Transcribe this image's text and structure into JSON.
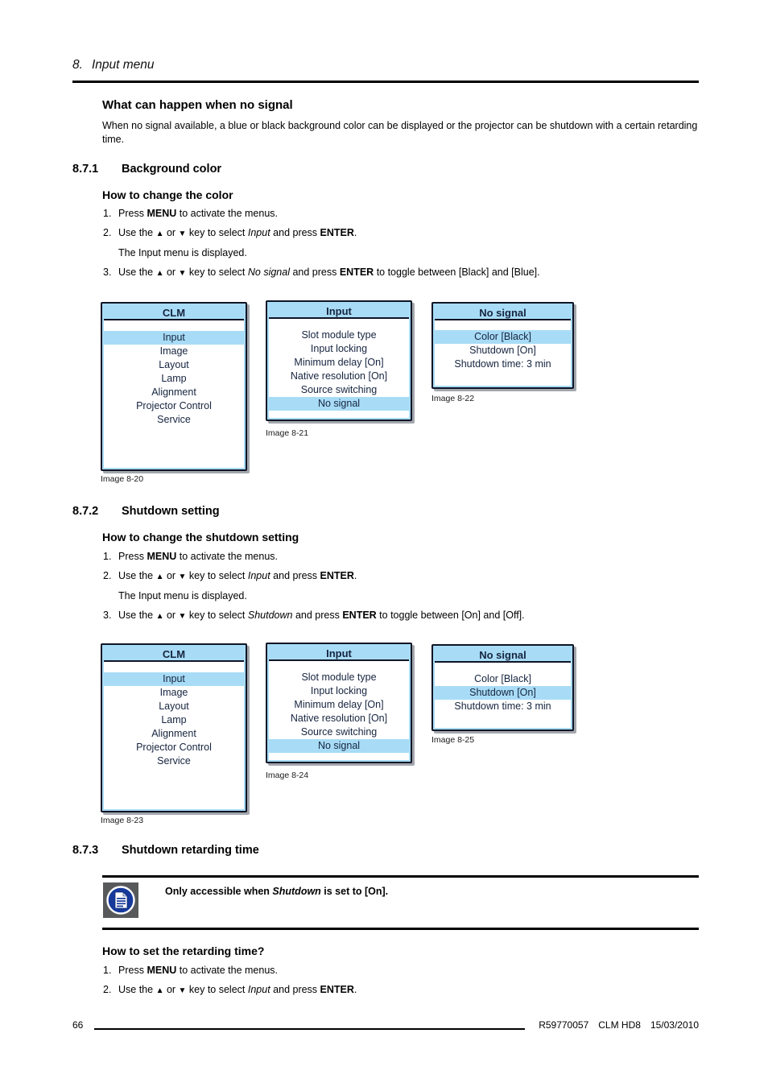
{
  "doc": {
    "chapter_number": "8.",
    "chapter_title": "Input menu",
    "footer": {
      "page_number": "66",
      "doc_ref": "R59770057",
      "product": "CLM HD8",
      "date": "15/03/2010"
    }
  },
  "colors": {
    "menu_blue": "#a8dcf6",
    "menu_border": "#0f1526",
    "menu_text": "#16243f",
    "note_icon_gray": "#58595b",
    "note_icon_blue": "#16399b"
  },
  "intro": {
    "title": "What can happen when no signal",
    "body": "When no signal available, a blue or black background color can be displayed or the projector can be shutdown with a certain retarding time."
  },
  "s871": {
    "number": "8.7.1",
    "title": "Background color",
    "howto": "How to change the color",
    "steps": [
      [
        {
          "t": "Press "
        },
        {
          "t": "MENU",
          "s": "b"
        },
        {
          "t": " to activate the menus."
        }
      ],
      [
        {
          "t": "Use the "
        },
        {
          "t": "▲",
          "s": "tri"
        },
        {
          "t": " or "
        },
        {
          "t": "▼",
          "s": "tri"
        },
        {
          "t": " key to select "
        },
        {
          "t": "Input",
          "s": "i"
        },
        {
          "t": " and press "
        },
        {
          "t": "ENTER",
          "s": "b"
        },
        {
          "t": "."
        }
      ],
      [
        {
          "t": "Use the "
        },
        {
          "t": "▲",
          "s": "tri"
        },
        {
          "t": " or "
        },
        {
          "t": "▼",
          "s": "tri"
        },
        {
          "t": " key to select "
        },
        {
          "t": "No signal",
          "s": "i"
        },
        {
          "t": " and press "
        },
        {
          "t": "ENTER",
          "s": "b"
        },
        {
          "t": " to toggle between [Black] and [Blue]."
        }
      ]
    ],
    "substep": "The Input menu is displayed."
  },
  "s872": {
    "number": "8.7.2",
    "title": "Shutdown setting",
    "howto": "How to change the shutdown setting",
    "steps": [
      [
        {
          "t": "Press "
        },
        {
          "t": "MENU",
          "s": "b"
        },
        {
          "t": " to activate the menus."
        }
      ],
      [
        {
          "t": "Use the "
        },
        {
          "t": "▲",
          "s": "tri"
        },
        {
          "t": " or "
        },
        {
          "t": "▼",
          "s": "tri"
        },
        {
          "t": " key to select "
        },
        {
          "t": "Input",
          "s": "i"
        },
        {
          "t": " and press "
        },
        {
          "t": "ENTER",
          "s": "b"
        },
        {
          "t": "."
        }
      ],
      [
        {
          "t": "Use the "
        },
        {
          "t": "▲",
          "s": "tri"
        },
        {
          "t": " or "
        },
        {
          "t": "▼",
          "s": "tri"
        },
        {
          "t": " key to select "
        },
        {
          "t": "Shutdown",
          "s": "i"
        },
        {
          "t": " and press "
        },
        {
          "t": "ENTER",
          "s": "b"
        },
        {
          "t": " to toggle between [On] and [Off]."
        }
      ]
    ],
    "substep": "The Input menu is displayed."
  },
  "s873": {
    "number": "8.7.3",
    "title": "Shutdown retarding time",
    "note": [
      {
        "t": "Only accessible when ",
        "s": "b"
      },
      {
        "t": "Shutdown",
        "s": "bi"
      },
      {
        "t": " is set to [On].",
        "s": "b"
      }
    ],
    "howto": "How to set the retarding time?",
    "steps": [
      [
        {
          "t": "Press "
        },
        {
          "t": "MENU",
          "s": "b"
        },
        {
          "t": " to activate the menus."
        }
      ],
      [
        {
          "t": "Use the "
        },
        {
          "t": "▲",
          "s": "tri"
        },
        {
          "t": " or "
        },
        {
          "t": "▼",
          "s": "tri"
        },
        {
          "t": " key to select "
        },
        {
          "t": "Input",
          "s": "i"
        },
        {
          "t": " and press "
        },
        {
          "t": "ENTER",
          "s": "b"
        },
        {
          "t": "."
        }
      ]
    ]
  },
  "menus": {
    "clm": {
      "title": "CLM",
      "items": [
        "Input",
        "Image",
        "Layout",
        "Lamp",
        "Alignment",
        "Projector Control",
        "Service"
      ],
      "highlighted": "Input"
    },
    "input": {
      "title": "Input",
      "items": [
        "Slot module type",
        "Input locking",
        "Minimum delay [On]",
        "Native resolution [On]",
        "Source switching",
        "No signal"
      ],
      "highlighted": "No signal"
    },
    "no_signal_color": {
      "title": "No signal",
      "items": [
        "Color [Black]",
        "Shutdown [On]",
        "Shutdown time: 3 min"
      ],
      "highlighted": "Color [Black]"
    },
    "no_signal_shutdown": {
      "title": "No signal",
      "items": [
        "Color [Black]",
        "Shutdown [On]",
        "Shutdown time: 3 min"
      ],
      "highlighted": "Shutdown [On]"
    }
  },
  "captions": {
    "c20": "Image 8-20",
    "c21": "Image 8-21",
    "c22": "Image 8-22",
    "c23": "Image 8-23",
    "c24": "Image 8-24",
    "c25": "Image 8-25"
  }
}
